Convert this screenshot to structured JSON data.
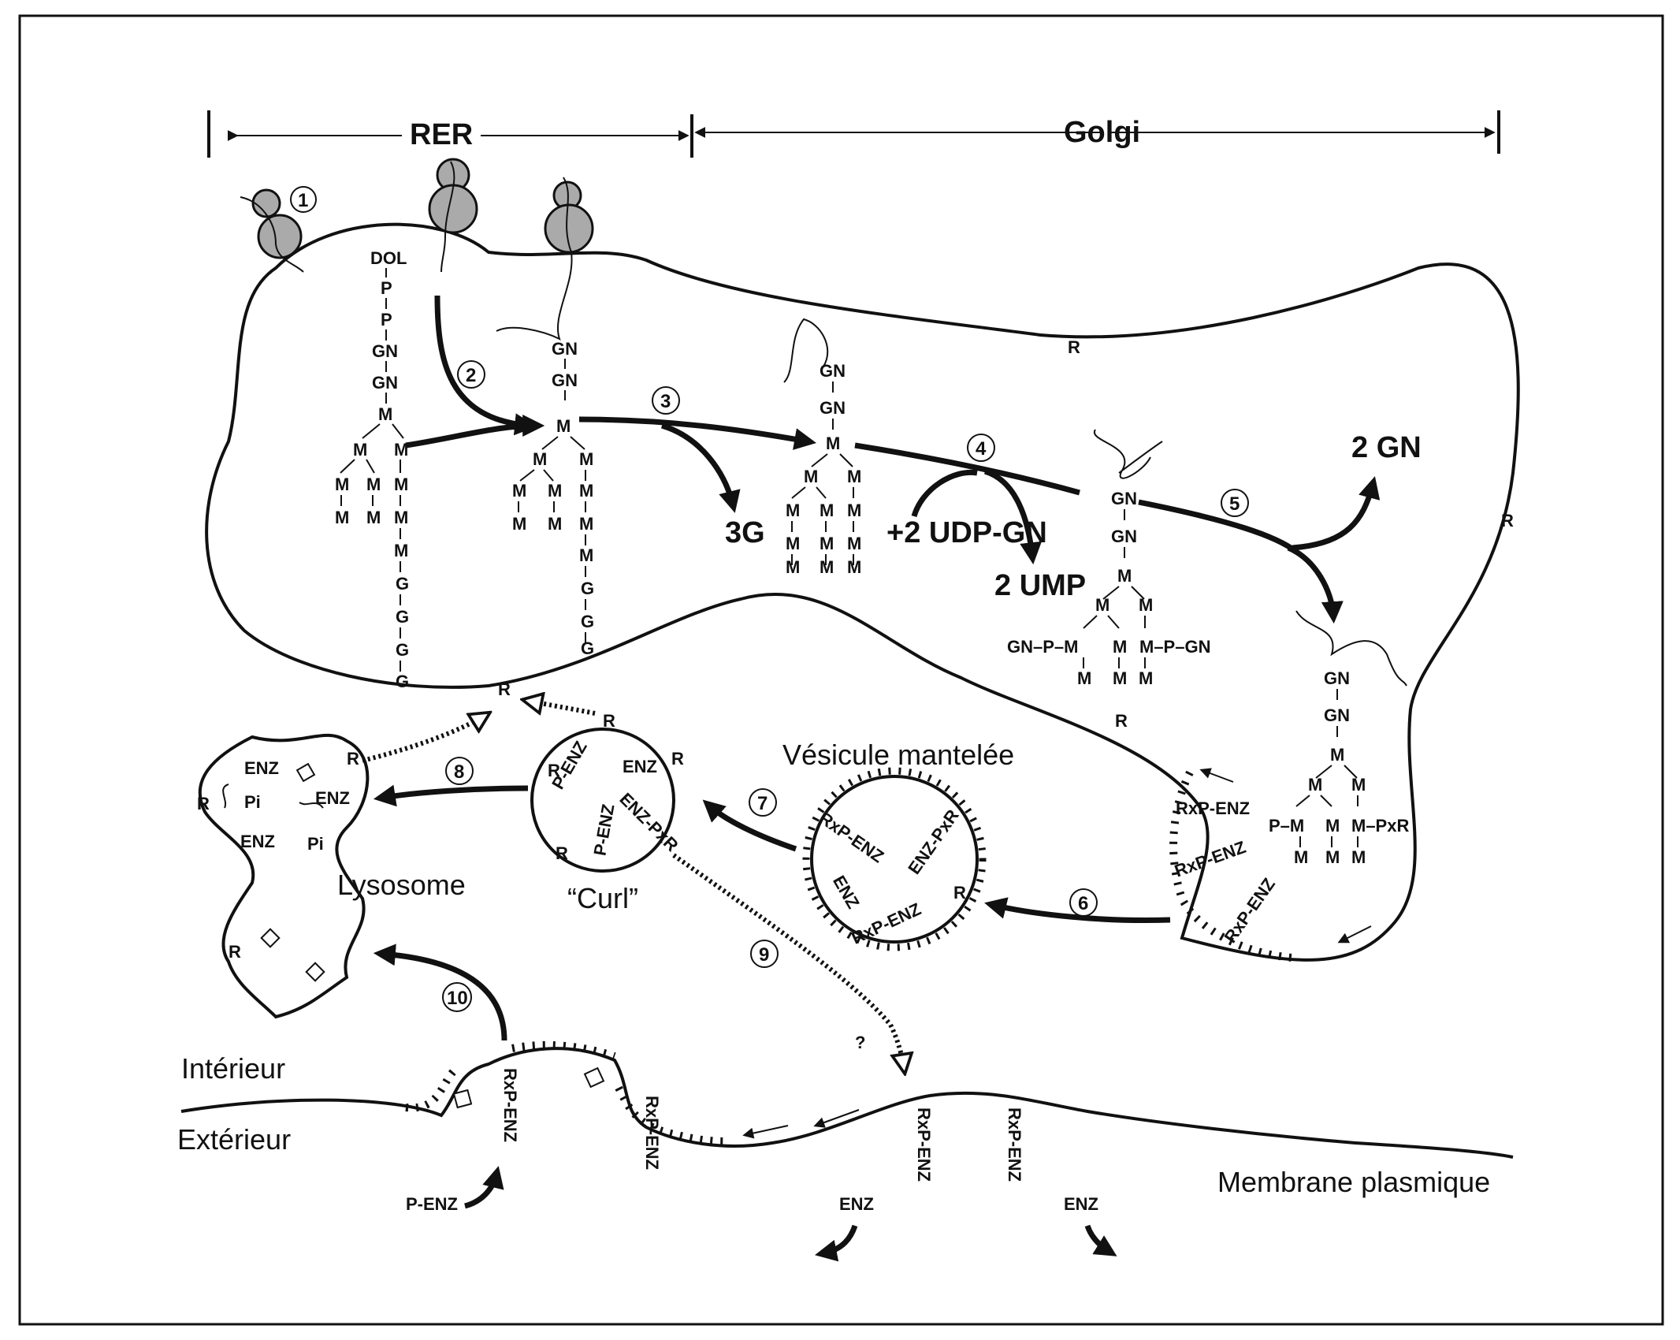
{
  "regions": {
    "rer": "RER",
    "golgi": "Golgi"
  },
  "steps": [
    "1",
    "2",
    "3",
    "4",
    "5",
    "6",
    "7",
    "8",
    "9",
    "10"
  ],
  "dol_chain": [
    "DOL",
    "P",
    "P",
    "GN",
    "GN",
    "M"
  ],
  "labels": {
    "three_g": "3G",
    "udp_gn": "+2 UDP-GN",
    "two_ump": "2 UMP",
    "two_gn": "2 GN",
    "vesicule": "Vésicule mantelée",
    "curl": "“Curl”",
    "lysosome": "Lysosome",
    "interieur": "Intérieur",
    "exterieur": "Extérieur",
    "membrane": "Membrane plasmique",
    "question": "?"
  },
  "receptor": "R",
  "enz": "ENZ",
  "p_enz": "P-ENZ",
  "rx_p_enz": "RxP-ENZ",
  "enz_pxr": "ENZ-PxR",
  "pi": "Pi",
  "sugars": {
    "gn": "GN",
    "m": "M",
    "g": "G"
  },
  "phospho": {
    "gn_p_m": "GN–P–M",
    "m_p_gn": "M–P–GN",
    "p_m": "P–M",
    "m_pxr": "M–PxR"
  }
}
